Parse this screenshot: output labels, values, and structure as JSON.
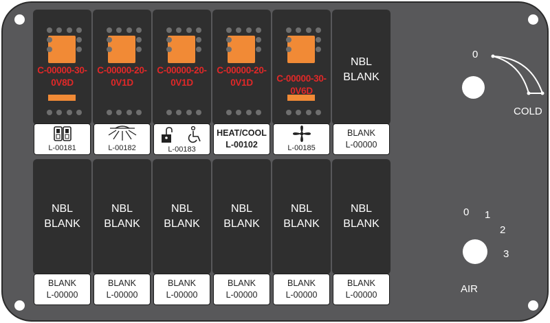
{
  "top_switches": [
    {
      "type": "rocker",
      "code_lines": [
        "C-00000-30-",
        "0V8D"
      ],
      "bar": true
    },
    {
      "type": "rocker",
      "code_lines": [
        "C-00000-20-",
        "0V1D"
      ],
      "bar": false
    },
    {
      "type": "rocker",
      "code_lines": [
        "C-00000-20-",
        "0V1D"
      ],
      "bar": false
    },
    {
      "type": "rocker",
      "code_lines": [
        "C-00000-20-",
        "0V1D"
      ],
      "bar": false
    },
    {
      "type": "rocker",
      "code_lines": [
        "C-00000-30-",
        "0V6D"
      ],
      "bar": true
    },
    {
      "type": "blank",
      "lines": [
        "NBL",
        "BLANK"
      ]
    }
  ],
  "top_labels": [
    {
      "icon": "double-switch-icon",
      "code": "L-00181"
    },
    {
      "icon": "dome-light-icon",
      "code": "L-00182"
    },
    {
      "icon": "lock-wheelchair-icon",
      "code": "L-00183"
    },
    {
      "text": "HEAT/COOL",
      "code": "L-00102"
    },
    {
      "icon": "fan-icon",
      "code": "L-00185"
    },
    {
      "text": "BLANK",
      "code": "L-00000"
    }
  ],
  "bottom_switches": [
    {
      "lines": [
        "NBL",
        "BLANK"
      ]
    },
    {
      "lines": [
        "NBL",
        "BLANK"
      ]
    },
    {
      "lines": [
        "NBL",
        "BLANK"
      ]
    },
    {
      "lines": [
        "NBL",
        "BLANK"
      ]
    },
    {
      "lines": [
        "NBL",
        "BLANK"
      ]
    },
    {
      "lines": [
        "NBL",
        "BLANK"
      ]
    }
  ],
  "bottom_labels": [
    {
      "text": "BLANK",
      "code": "L-00000"
    },
    {
      "text": "BLANK",
      "code": "L-00000"
    },
    {
      "text": "BLANK",
      "code": "L-00000"
    },
    {
      "text": "BLANK",
      "code": "L-00000"
    },
    {
      "text": "BLANK",
      "code": "L-00000"
    },
    {
      "text": "BLANK",
      "code": "L-00000"
    }
  ],
  "temp_knob": {
    "zero": "0",
    "label": "COLD"
  },
  "air_knob": {
    "marks": [
      "0",
      "1",
      "2",
      "3"
    ],
    "label": "AIR"
  },
  "colors": {
    "panel": "#58585a",
    "switch": "#2f2f2f",
    "rocker": "#f18a36",
    "code": "#e02828"
  }
}
